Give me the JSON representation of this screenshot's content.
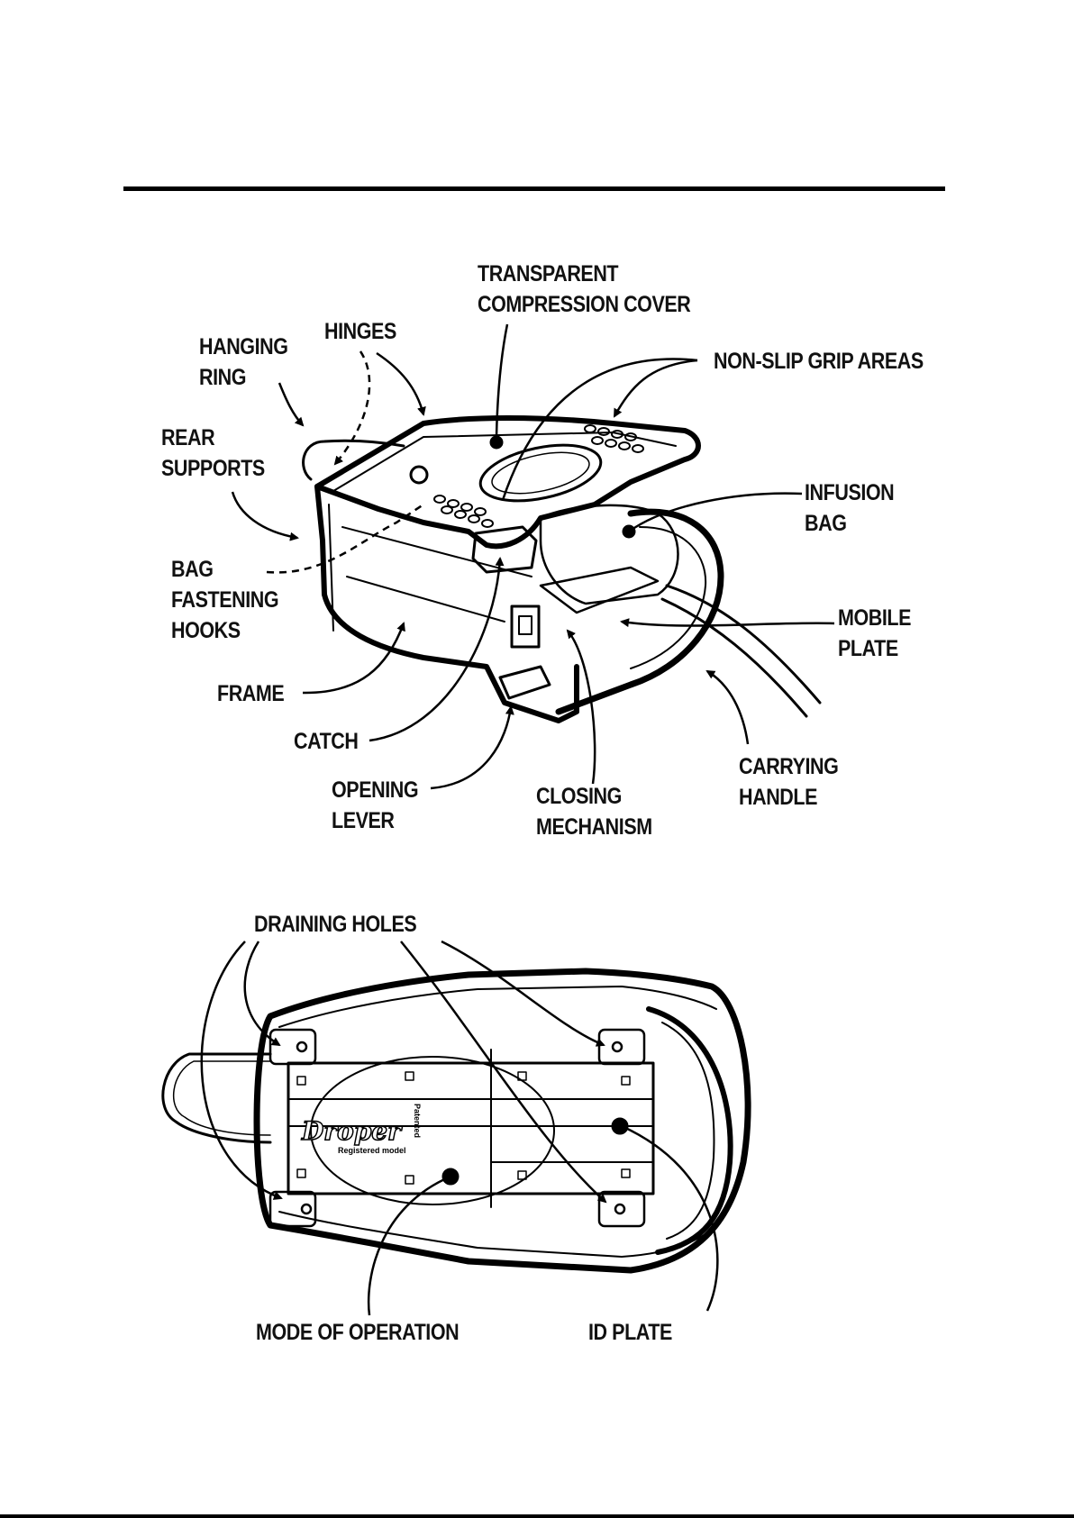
{
  "labels": {
    "transparent_compression_cover": [
      "TRANSPARENT",
      "COMPRESSION COVER"
    ],
    "hinges": [
      "HINGES"
    ],
    "hanging_ring": [
      "HANGING",
      "RING"
    ],
    "non_slip_grip_areas": [
      "NON-SLIP GRIP AREAS"
    ],
    "rear_supports": [
      "REAR",
      "SUPPORTS"
    ],
    "infusion_bag": [
      "INFUSION",
      "BAG"
    ],
    "bag_fastening_hooks": [
      "BAG",
      "FASTENING",
      "HOOKS"
    ],
    "mobile_plate": [
      "MOBILE",
      "PLATE"
    ],
    "frame": [
      "FRAME"
    ],
    "catch": [
      "CATCH"
    ],
    "carrying_handle": [
      "CARRYING",
      "HANDLE"
    ],
    "opening_lever": [
      "OPENING",
      "LEVER"
    ],
    "closing_mechanism": [
      "CLOSING",
      "MECHANISM"
    ],
    "draining_holes": [
      "DRAINING HOLES"
    ],
    "mode_of_operation": [
      "MODE OF OPERATION"
    ],
    "id_plate": [
      "ID PLATE"
    ]
  },
  "device_markings": {
    "brand": "Droper",
    "patented": "Patented",
    "registered_model": "Registered model"
  }
}
